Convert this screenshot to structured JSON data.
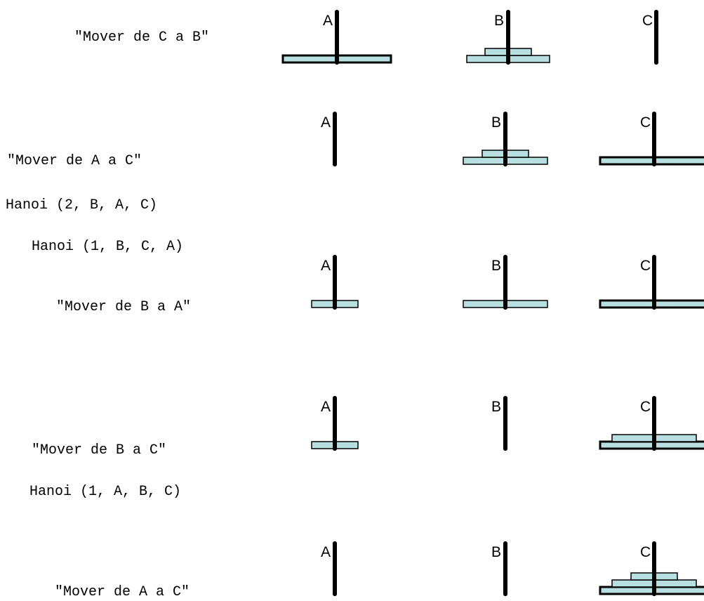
{
  "colors": {
    "disk_fill": "#b7dfe0",
    "outline": "#000000",
    "background": "#ffffff"
  },
  "code_lines": [
    "\"Mover de C a B\"",
    "\"Mover de A a C\"",
    "Hanoi (2, B, A, C)",
    "Hanoi (1, B, C, A)",
    "\"Mover de B a A\"",
    "\"Mover de B a C\"",
    "Hanoi (1, A, B, C)",
    "\"Mover de A a C\""
  ],
  "peg_names": [
    "A",
    "B",
    "C"
  ],
  "states": [
    {
      "pegs": {
        "A": [
          3
        ],
        "B": [
          2,
          1
        ],
        "C": []
      }
    },
    {
      "pegs": {
        "A": [],
        "B": [
          2,
          1
        ],
        "C": [
          3
        ]
      }
    },
    {
      "pegs": {
        "A": [
          1
        ],
        "B": [
          2
        ],
        "C": [
          3
        ]
      }
    },
    {
      "pegs": {
        "A": [
          1
        ],
        "B": [],
        "C": [
          3,
          2
        ]
      }
    },
    {
      "pegs": {
        "A": [],
        "B": [],
        "C": [
          3,
          2,
          1
        ]
      }
    }
  ]
}
